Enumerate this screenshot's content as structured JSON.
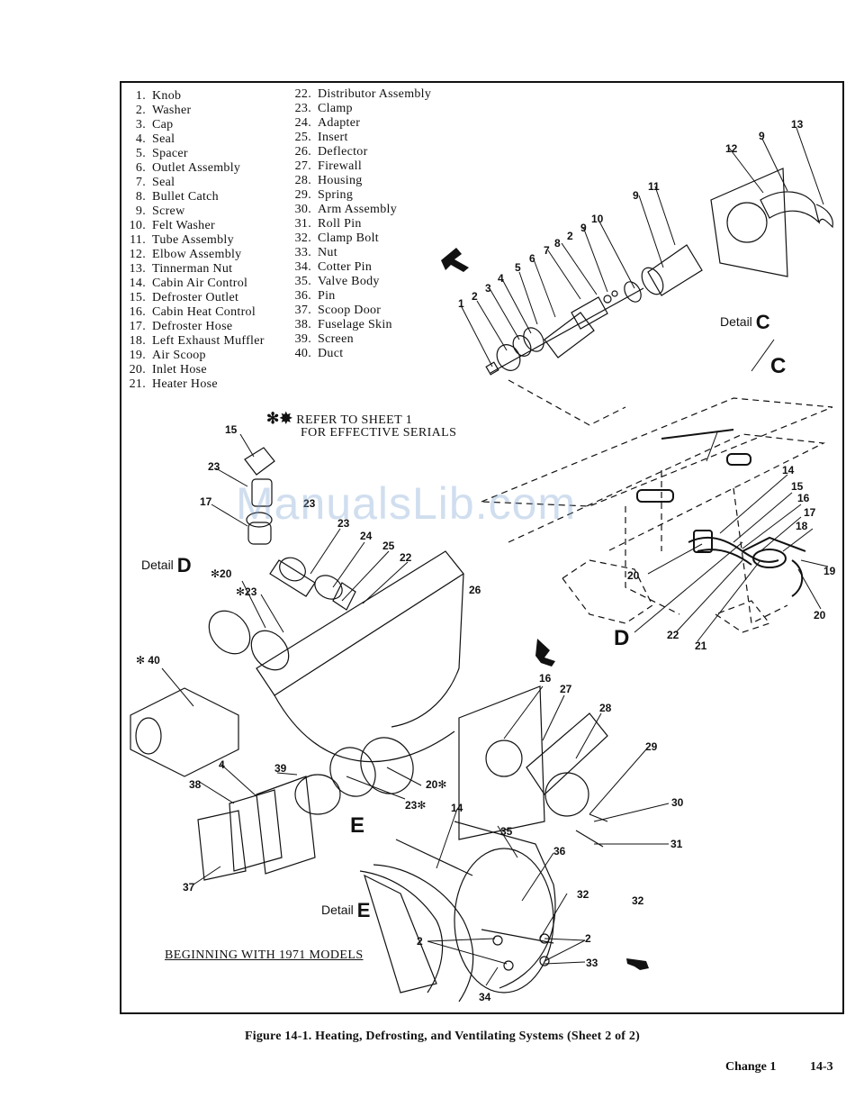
{
  "parts_left": [
    {
      "num": "1.",
      "name": "Knob"
    },
    {
      "num": "2.",
      "name": "Washer"
    },
    {
      "num": "3.",
      "name": "Cap"
    },
    {
      "num": "4.",
      "name": "Seal"
    },
    {
      "num": "5.",
      "name": "Spacer"
    },
    {
      "num": "6.",
      "name": "Outlet Assembly"
    },
    {
      "num": "7.",
      "name": "Seal"
    },
    {
      "num": "8.",
      "name": "Bullet Catch"
    },
    {
      "num": "9.",
      "name": "Screw"
    },
    {
      "num": "10.",
      "name": "Felt Washer"
    },
    {
      "num": "11.",
      "name": "Tube Assembly"
    },
    {
      "num": "12.",
      "name": "Elbow Assembly"
    },
    {
      "num": "13.",
      "name": "Tinnerman Nut"
    },
    {
      "num": "14.",
      "name": "Cabin Air Control"
    },
    {
      "num": "15.",
      "name": "Defroster Outlet"
    },
    {
      "num": "16.",
      "name": "Cabin Heat Control"
    },
    {
      "num": "17.",
      "name": "Defroster Hose"
    },
    {
      "num": "18.",
      "name": "Left Exhaust Muffler"
    },
    {
      "num": "19.",
      "name": "Air Scoop"
    },
    {
      "num": "20.",
      "name": "Inlet Hose"
    },
    {
      "num": "21.",
      "name": "Heater Hose"
    }
  ],
  "parts_right": [
    {
      "num": "22.",
      "name": "Distributor Assembly"
    },
    {
      "num": "23.",
      "name": "Clamp"
    },
    {
      "num": "24.",
      "name": "Adapter"
    },
    {
      "num": "25.",
      "name": "Insert"
    },
    {
      "num": "26.",
      "name": "Deflector"
    },
    {
      "num": "27.",
      "name": "Firewall"
    },
    {
      "num": "28.",
      "name": "Housing"
    },
    {
      "num": "29.",
      "name": "Spring"
    },
    {
      "num": "30.",
      "name": "Arm Assembly"
    },
    {
      "num": "31.",
      "name": "Roll Pin"
    },
    {
      "num": "32.",
      "name": "Clamp Bolt"
    },
    {
      "num": "33.",
      "name": "Nut"
    },
    {
      "num": "34.",
      "name": "Cotter Pin"
    },
    {
      "num": "35.",
      "name": "Valve Body"
    },
    {
      "num": "36.",
      "name": "Pin"
    },
    {
      "num": "37.",
      "name": "Scoop Door"
    },
    {
      "num": "38.",
      "name": "Fuselage Skin"
    },
    {
      "num": "39.",
      "name": "Screen"
    },
    {
      "num": "40.",
      "name": "Duct"
    }
  ],
  "note": {
    "marker": "✻✸",
    "line1": "REFER TO SHEET 1",
    "line2": "FOR EFFECTIVE SERIALS"
  },
  "details": {
    "c_label": "Detail",
    "c_letter": "C",
    "d_label": "Detail",
    "d_letter": "D",
    "e_label": "Detail",
    "e_letter": "E",
    "c_pointer": "C",
    "d_pointer": "D",
    "e_pointer": "E"
  },
  "callouts": {
    "c": [
      "1",
      "2",
      "3",
      "4",
      "5",
      "6",
      "7",
      "8",
      "9",
      "2",
      "10",
      "9",
      "11",
      "12",
      "9",
      "13"
    ],
    "main": [
      "14",
      "15",
      "16",
      "17",
      "18",
      "19",
      "20",
      "20",
      "22",
      "21"
    ],
    "d": [
      "15",
      "23",
      "17",
      "23",
      "23",
      "24",
      "25",
      "22",
      "26",
      "✻20",
      "✻23",
      "✻ 40",
      "16",
      "27",
      "28",
      "29",
      "30",
      "31",
      "32",
      "20✻",
      "23✻",
      "39",
      "4",
      "38",
      "37"
    ],
    "e": [
      "14",
      "35",
      "36",
      "32",
      "2",
      "2",
      "33",
      "34"
    ]
  },
  "watermark": "ManualsLib.com",
  "beginning_note": "BEGINNING WITH 1971 MODELS",
  "caption": "Figure 14-1.  Heating, Defrosting, and Ventilating Systems (Sheet 2 of 2)",
  "footer": {
    "change": "Change 1",
    "page": "14-3"
  }
}
